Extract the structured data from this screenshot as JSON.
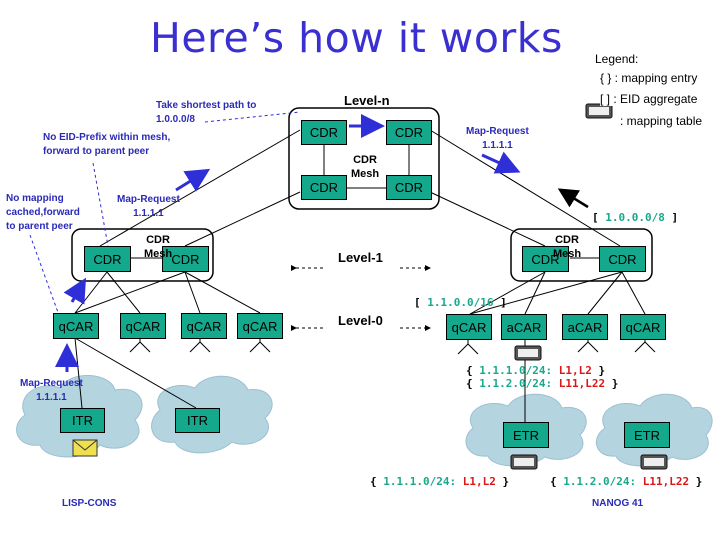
{
  "title": "Here’s how it works",
  "legend": {
    "heading": "Legend:",
    "mapping_entry": "{ } : mapping entry",
    "eid_aggregate": "[ ] : EID aggregate",
    "mapping_table": ": mapping table"
  },
  "levels": {
    "level_n": "Level-n",
    "level_1": "Level-1",
    "level_0": "Level-0"
  },
  "mesh_labels": {
    "top": "CDR\nMesh",
    "left": "CDR\nMesh",
    "right": "CDR\nMesh"
  },
  "nodes": {
    "cdr": "CDR",
    "qcar": "qCAR",
    "acar": "aCAR",
    "itr": "ITR",
    "etr": "ETR"
  },
  "notes": {
    "shortest_path": "Take shortest path to\n1.0.0.0/8",
    "no_eid_prefix": "No EID-Prefix within mesh,\nforward to parent peer",
    "no_mapping": "No mapping\ncached,forward\nto parent peer",
    "map_request_left": "Map-Request\n1.1.1.1",
    "map_request_top_right": "Map-Request\n1.1.1.1",
    "map_request_bottom": "Map-Request\n1.1.1.1"
  },
  "aggregates": {
    "agg_8_open": "[",
    "agg_8_value": "1.0.0.0/8",
    "agg_8_close": "]",
    "agg_16_open": "[",
    "agg_16_value": "1.1.0.0/16",
    "agg_16_close": "]"
  },
  "entries": {
    "qcar_table": [
      {
        "open": "{",
        "prefix": "1.1.1.0/24:",
        "locs": "L1,L2",
        "close": "}"
      },
      {
        "open": "{",
        "prefix": "1.1.2.0/24:",
        "locs": "L11,L22",
        "close": "}"
      }
    ],
    "etr1": {
      "open": "{",
      "prefix": "1.1.1.0/24:",
      "locs": "L1,L2",
      "close": "}"
    },
    "etr2": {
      "open": "{",
      "prefix": "1.1.2.0/24:",
      "locs": "L11,L22",
      "close": "}"
    }
  },
  "footer": {
    "left": "LISP-CONS",
    "right": "NANOG 41"
  },
  "colors": {
    "title": "#3a2fd0",
    "node_fill": "#14a88c",
    "note_blue": "#2a2ab8",
    "cloud": "#b4d4e0",
    "prefix_teal": "#1aa88c",
    "locator_red": "#d81818"
  },
  "icons": [
    "mapping-table-icon",
    "envelope-icon",
    "cloud-icon",
    "arrow-icon"
  ]
}
